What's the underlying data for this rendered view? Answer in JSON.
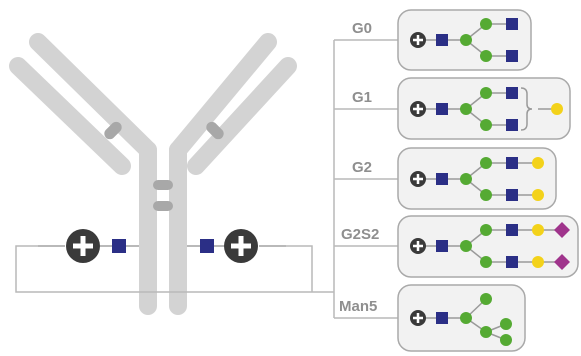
{
  "diagram": {
    "glycoforms": [
      {
        "label": "G0"
      },
      {
        "label": "G1"
      },
      {
        "label": "G2"
      },
      {
        "label": "G2S2"
      },
      {
        "label": "Man5"
      }
    ],
    "icons": {
      "fucose": "plus-circle-icon",
      "glcnac": "blue-square-icon",
      "mannose": "green-circle-icon",
      "galactose": "yellow-circle-icon",
      "sialic_acid": "purple-diamond-icon"
    },
    "colors": {
      "antibody": "#d3d3d3",
      "connector": "#b9b9b9",
      "fucose": "#3a3a3a",
      "glcnac": "#2b2f86",
      "mannose": "#55aa33",
      "galactose": "#f3d21a",
      "sialic_acid": "#a0348c",
      "box_fill": "#f2f2f2",
      "box_stroke": "#a9a9a9",
      "label": "#8f8f8f"
    }
  }
}
